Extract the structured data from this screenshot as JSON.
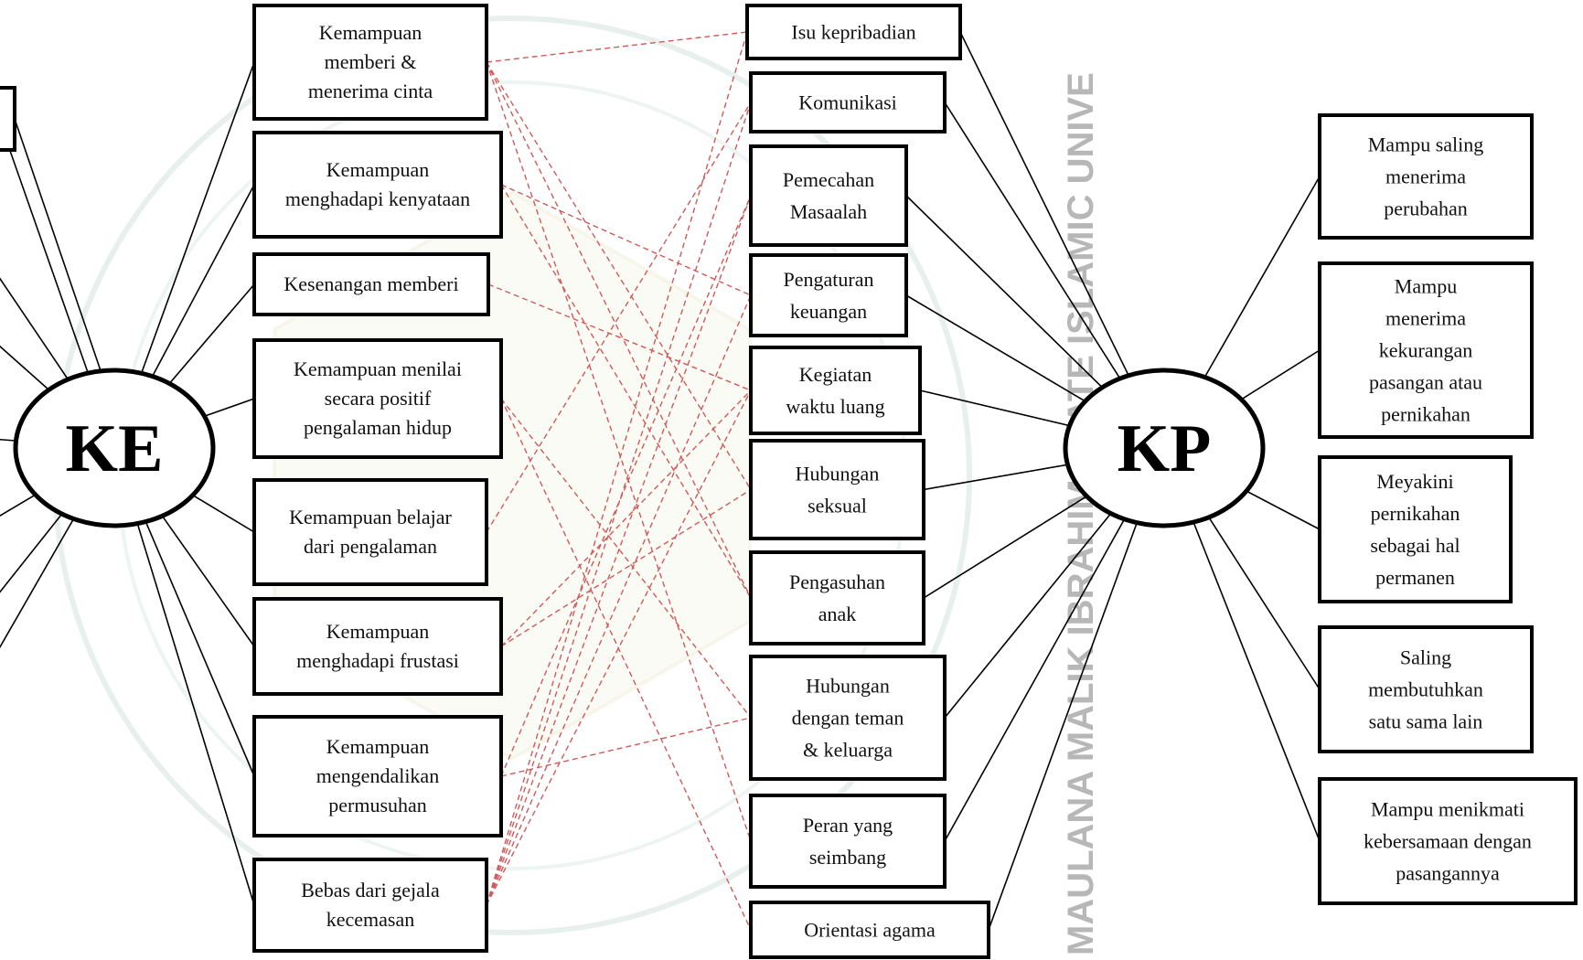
{
  "hubs": {
    "ke": "KE",
    "kp": "KP"
  },
  "ke_items": [
    [
      "Kemampuan",
      "memberi &",
      "menerima cinta"
    ],
    [
      "Kemampuan",
      "menghadapi kenyataan"
    ],
    [
      "Kesenangan memberi"
    ],
    [
      "Kemampuan menilai",
      "secara positif",
      "pengalaman hidup"
    ],
    [
      "Kemampuan belajar",
      "dari pengalaman"
    ],
    [
      "Kemampuan",
      "menghadapi frustasi"
    ],
    [
      "Kemampuan",
      "mengendalikan",
      "permusuhan"
    ],
    [
      "Bebas dari gejala",
      "kecemasan"
    ]
  ],
  "mid_items": [
    [
      "Isu kepribadian"
    ],
    [
      "Komunikasi"
    ],
    [
      "Pemecahan",
      "Masaalah"
    ],
    [
      "Pengaturan",
      "keuangan"
    ],
    [
      "Kegiatan",
      "waktu luang"
    ],
    [
      "Hubungan",
      "seksual"
    ],
    [
      "Pengasuhan",
      "anak"
    ],
    [
      "Hubungan",
      "dengan teman",
      "& keluarga"
    ],
    [
      "Peran yang",
      "seimbang"
    ],
    [
      "Orientasi agama"
    ]
  ],
  "kp_items": [
    [
      "Mampu saling",
      "menerima",
      "perubahan"
    ],
    [
      "Mampu",
      "menerima",
      "kekurangan",
      "pasangan atau",
      "pernikahan"
    ],
    [
      "Meyakini",
      "pernikahan",
      "sebagai hal",
      "permanen"
    ],
    [
      "Saling",
      "membutuhkan",
      "satu sama lain"
    ],
    [
      "Mampu menikmati",
      "kebersamaan dengan",
      "pasangannya"
    ]
  ],
  "dashed_links": [
    [
      0,
      0
    ],
    [
      0,
      5
    ],
    [
      0,
      6
    ],
    [
      0,
      8
    ],
    [
      1,
      3
    ],
    [
      1,
      6
    ],
    [
      2,
      4
    ],
    [
      3,
      7
    ],
    [
      3,
      9
    ],
    [
      4,
      1
    ],
    [
      5,
      4
    ],
    [
      5,
      5
    ],
    [
      6,
      2
    ],
    [
      6,
      7
    ],
    [
      7,
      0
    ],
    [
      7,
      1
    ],
    [
      7,
      2
    ],
    [
      7,
      3
    ],
    [
      7,
      4
    ]
  ],
  "watermark": "MAULANA MALIK IBRAHIM STATE ISLAMIC UNIVE",
  "colors": {
    "box_stroke": "#000000",
    "dashed_link": "#d05a5a",
    "watermark": "#999999",
    "seal": "#1f6f4a"
  }
}
